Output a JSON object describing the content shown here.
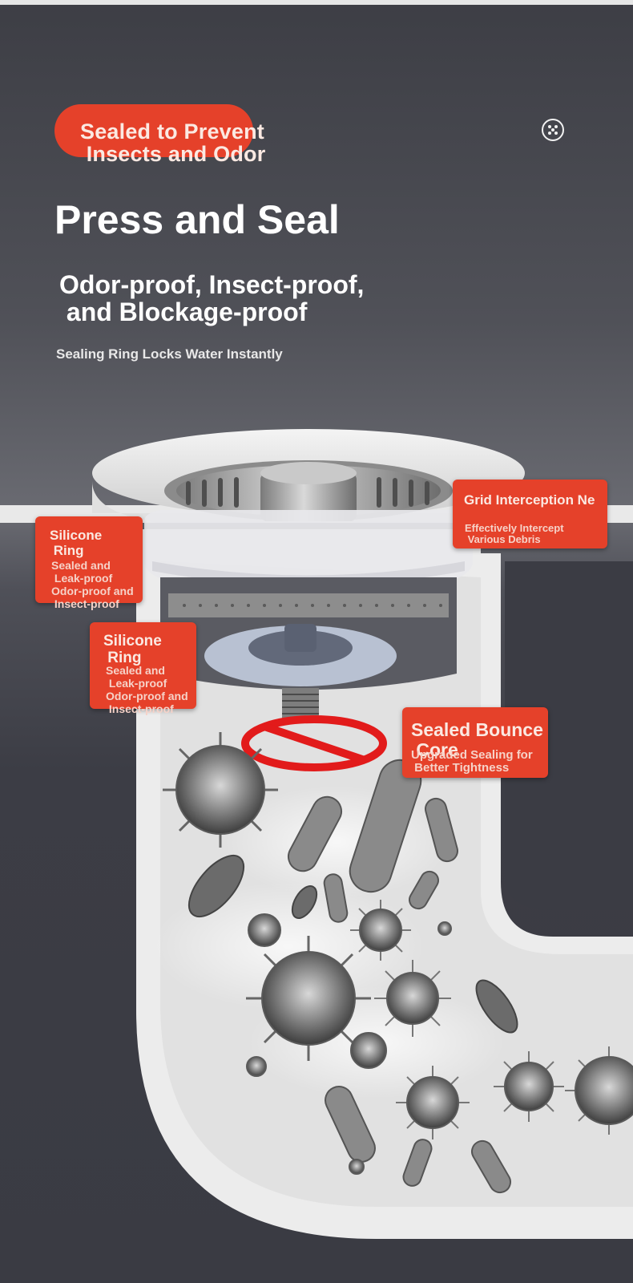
{
  "header": {
    "badge": "Sealed to Prevent\n Insects and Odor",
    "title": "Press and Seal",
    "subtitle": "Odor-proof, Insect-proof,\n and Blockage-proof",
    "caption": "Sealing Ring Locks Water Instantly",
    "share_icon": "share-icon"
  },
  "callouts": [
    {
      "title": "Grid Interception Ne",
      "body": "Effectively Intercept\n Various Debris"
    },
    {
      "title": "Silicone\n Ring",
      "body": "Sealed and\n Leak-proof\nOdor-proof and\n Insect-proof"
    },
    {
      "title": "Silicone\n Ring",
      "body": "Sealed and\n Leak-proof\nOdor-proof and\n Insect-proof"
    },
    {
      "title": "Sealed Bounce\n Core",
      "body": "Upgraded Sealing for\n Better Tightness"
    }
  ],
  "colors": {
    "accent": "#e5412a",
    "background": "#3a3b43",
    "pipe": "#ececec"
  }
}
